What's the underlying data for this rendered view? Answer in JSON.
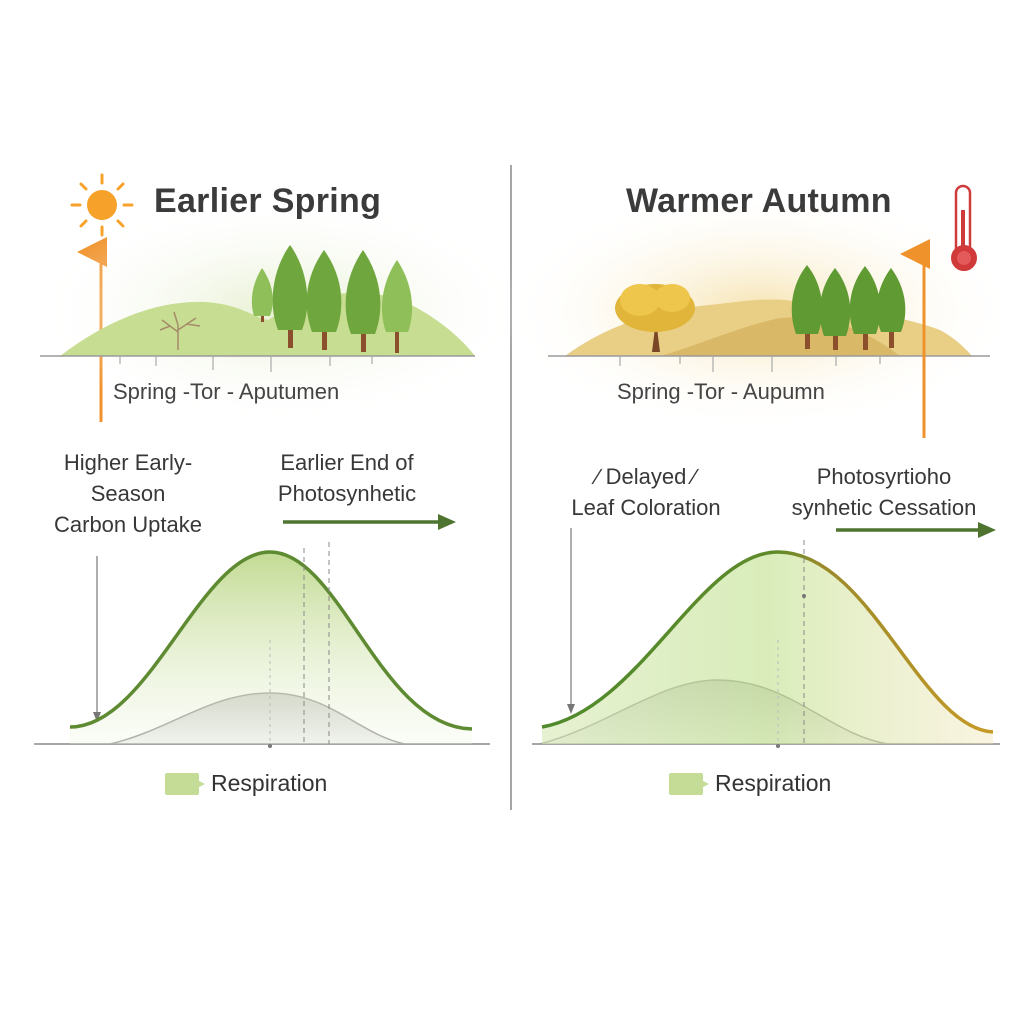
{
  "left_panel": {
    "title": "Earlier Spring",
    "season_label": "Spring  -Tor  - Aputumen",
    "note_left": [
      "Higher Early-",
      "Season",
      "Carbon Uptake"
    ],
    "note_right": [
      "Earlier End of",
      "Photosynhetic"
    ],
    "legend_label": "Respiration"
  },
  "right_panel": {
    "title": "Warmer Autumn",
    "season_label": "Spring  -Tor  - Aupumn",
    "note_left": [
      "∕ Delayed ∕",
      "Leaf Coloration"
    ],
    "note_right": [
      "Photosyrtioho",
      "synhetic Cessation"
    ],
    "legend_label": "Respiration"
  },
  "icons": [
    "sun-icon",
    "thermometer-icon",
    "tree-icon",
    "arrow-icon"
  ],
  "colors": {
    "photosynthesis_green": "#5e8a32",
    "fill_green": "#b9d486",
    "respiration_gray": "#9a9a9a",
    "arrow_orange": "#f0922b",
    "autumn_gold": "#c89a2a",
    "thermometer_red": "#d23a3a",
    "dark_green_arrow": "#4e7430"
  }
}
